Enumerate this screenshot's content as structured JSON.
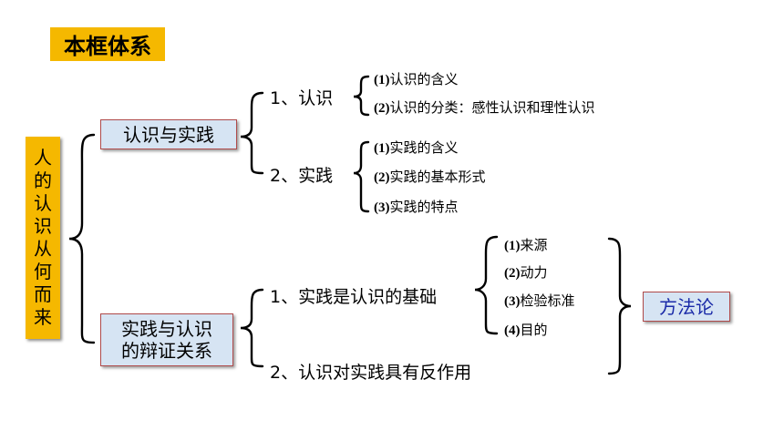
{
  "title": "本框体系",
  "root": {
    "chars": [
      "人",
      "的",
      "认",
      "识",
      "从",
      "何",
      "而",
      "来"
    ]
  },
  "box_practice_cognition": "认识与实践",
  "box_dialectic": {
    "line1": "实践与认识",
    "line2": "的辩证关系"
  },
  "box_method": "方法论",
  "cognition": {
    "label": "1、认识",
    "items": [
      {
        "num": "(1)",
        "text": "认识的含义"
      },
      {
        "num": "(2)",
        "text": "认识的分类：感性认识和理性认识"
      }
    ]
  },
  "practice": {
    "label": "2、实践",
    "items": [
      {
        "num": "(1)",
        "text": "实践的含义"
      },
      {
        "num": "(2)",
        "text": "实践的基本形式"
      },
      {
        "num": "(3)",
        "text": "实践的特点"
      }
    ]
  },
  "basis": {
    "label": "1、实践是认识的基础",
    "items": [
      {
        "num": "(1)",
        "text": "来源"
      },
      {
        "num": "(2)",
        "text": "动力"
      },
      {
        "num": "(3)",
        "text": "检验标准"
      },
      {
        "num": "(4)",
        "text": "目的"
      }
    ]
  },
  "reaction": {
    "label": "2、认识对实践具有反作用"
  }
}
